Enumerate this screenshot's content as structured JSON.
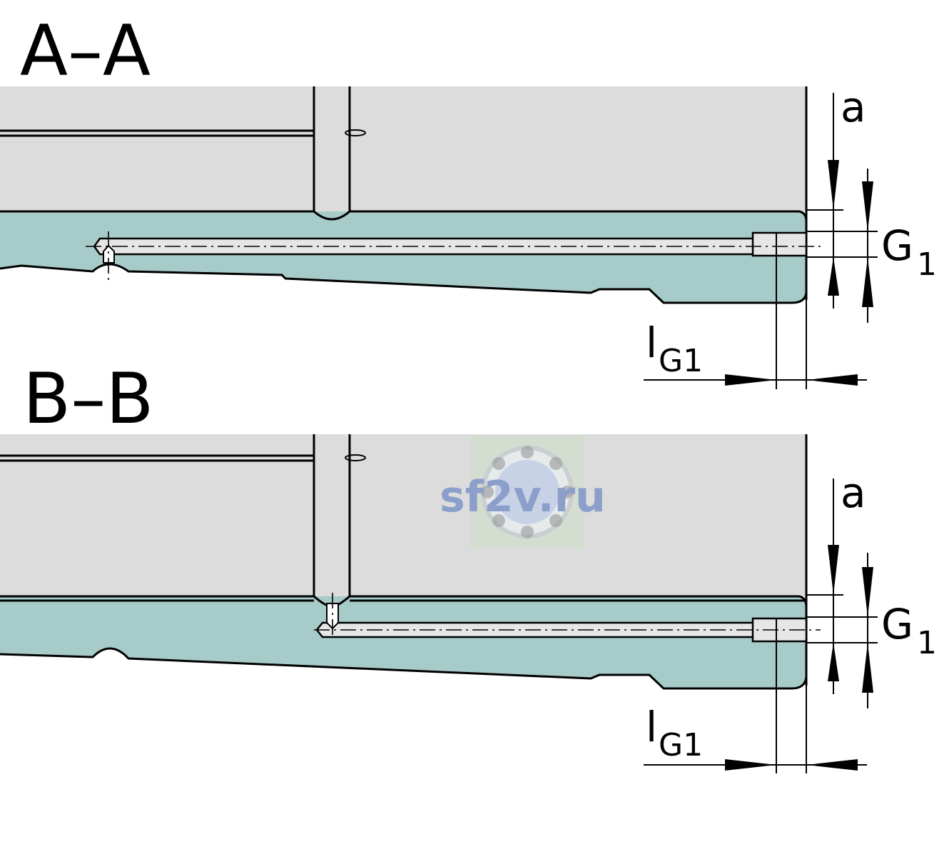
{
  "sections": [
    {
      "title": "A–A"
    },
    {
      "title": "B–B"
    }
  ],
  "dimensions": {
    "a": "a",
    "g1_main": "G",
    "g1_sub": "1",
    "lg1_main": "l",
    "lg1_sub": "G1"
  },
  "watermark": {
    "text": "sf2v.ru"
  },
  "colors": {
    "housing": "#dcdcdc",
    "rail": "#a6cbc9",
    "bore": "#e6e6e6",
    "watermark": "#7d95c8"
  }
}
